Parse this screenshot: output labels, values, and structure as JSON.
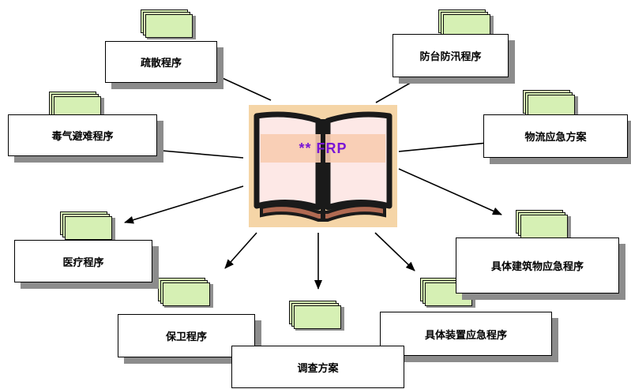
{
  "center": {
    "title": "** FRP"
  },
  "nodes": [
    {
      "id": "evacuation",
      "label": "疏散程序"
    },
    {
      "id": "flood",
      "label": "防台防汛程序"
    },
    {
      "id": "toxic-gas",
      "label": "毒气避难程序"
    },
    {
      "id": "logistics",
      "label": "物流应急方案"
    },
    {
      "id": "medical",
      "label": "医疗程序"
    },
    {
      "id": "building",
      "label": "具体建筑物应急程序"
    },
    {
      "id": "security",
      "label": "保卫程序"
    },
    {
      "id": "equipment",
      "label": "具体装置应急程序"
    },
    {
      "id": "investigation",
      "label": "调查方案"
    }
  ],
  "colors": {
    "book_background": "#f5d5a7",
    "page_fill": "#fde8e6",
    "title_color": "#7a16d6",
    "document_stack": "#d6f0b4"
  }
}
